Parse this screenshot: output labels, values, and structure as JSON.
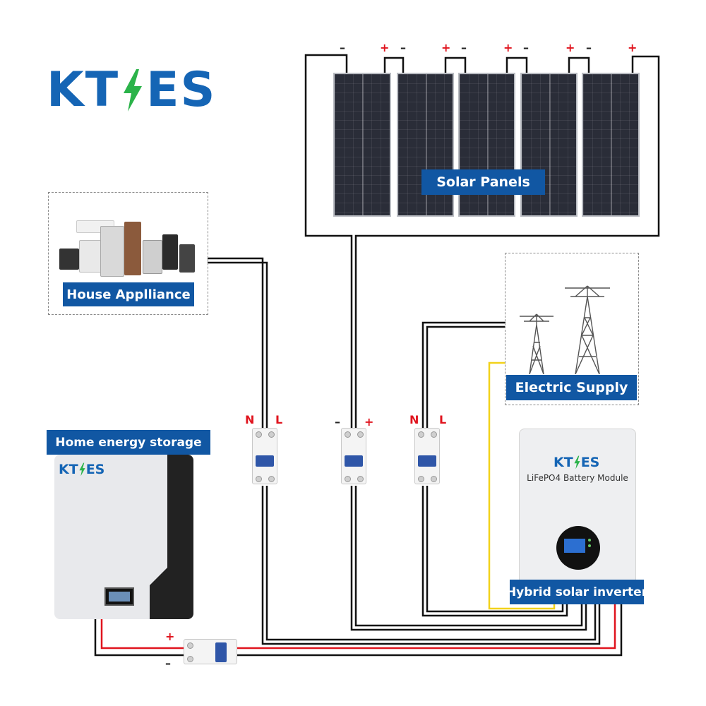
{
  "brand": {
    "logo_left": "KT",
    "logo_right": "ES",
    "color": "#1565b5",
    "bolt_color": "#2bb34a"
  },
  "labels": {
    "solar_panels": "Solar Panels",
    "house_appliance": "House Applliance",
    "electric_supply": "Electric Supply",
    "home_energy_storage": "Home energy storage",
    "hybrid_inverter": "Hybrid solar inverter"
  },
  "inverter": {
    "logo_left": "KT",
    "logo_right": "ES",
    "subtitle": "LiFePO4 Battery Module"
  },
  "storage": {
    "logo_left": "KT",
    "logo_right": "ES"
  },
  "panel_polarity": [
    {
      "minus": "–",
      "plus": "+"
    },
    {
      "minus": "–",
      "plus": "+"
    },
    {
      "minus": "–",
      "plus": "+"
    },
    {
      "minus": "–",
      "plus": "+"
    },
    {
      "minus": "–",
      "plus": "+"
    }
  ],
  "breakers": {
    "appliance": {
      "left": "N",
      "right": "L"
    },
    "solar": {
      "left": "–",
      "right": "+"
    },
    "grid": {
      "left": "N",
      "right": "L"
    },
    "battery": {
      "top": "+",
      "bottom": "–"
    }
  },
  "colors": {
    "label_bg": "#1157a3",
    "wire_red": "#e0141e",
    "wire_yellow": "#f2d21b",
    "wire_black": "#111111"
  }
}
